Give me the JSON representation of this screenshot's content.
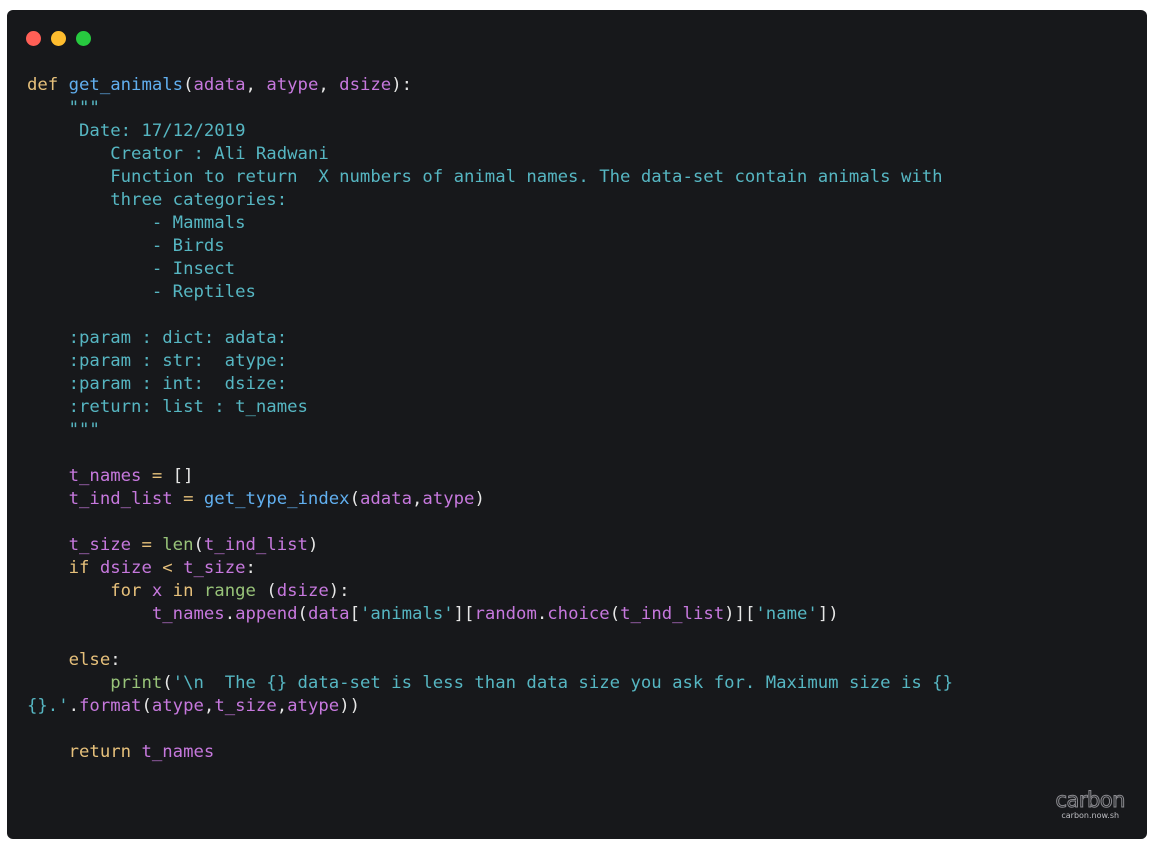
{
  "window": {
    "background": "#17181b",
    "controls": [
      {
        "name": "close",
        "color": "#ff5f56"
      },
      {
        "name": "minimize",
        "color": "#ffbd2e"
      },
      {
        "name": "maximize",
        "color": "#27c93f"
      }
    ]
  },
  "theme": {
    "keyword": "#e6c07b",
    "function": "#61afef",
    "variable": "#c678dd",
    "punct": "#e6e6e6",
    "operator": "#e6c07b",
    "string": "#56b6c2",
    "builtin": "#98c379"
  },
  "code_lines": [
    [
      [
        "kw",
        "def"
      ],
      [
        "p",
        " "
      ],
      [
        "fn",
        "get_animals"
      ],
      [
        "p",
        "("
      ],
      [
        "var",
        "adata"
      ],
      [
        "p",
        ", "
      ],
      [
        "var",
        "atype"
      ],
      [
        "p",
        ", "
      ],
      [
        "var",
        "dsize"
      ],
      [
        "p",
        "):"
      ]
    ],
    [
      [
        "str",
        "    \"\"\""
      ]
    ],
    [
      [
        "str",
        "     Date: 17/12/2019"
      ]
    ],
    [
      [
        "str",
        "        Creator : Ali Radwani"
      ]
    ],
    [
      [
        "str",
        "        Function to return  X numbers of animal names. The data-set contain animals with"
      ]
    ],
    [
      [
        "str",
        "        three categories:"
      ]
    ],
    [
      [
        "str",
        "            - Mammals"
      ]
    ],
    [
      [
        "str",
        "            - Birds"
      ]
    ],
    [
      [
        "str",
        "            - Insect"
      ]
    ],
    [
      [
        "str",
        "            - Reptiles"
      ]
    ],
    [
      [
        "str",
        ""
      ]
    ],
    [
      [
        "str",
        "    :param : dict: adata:"
      ]
    ],
    [
      [
        "str",
        "    :param : str:  atype:"
      ]
    ],
    [
      [
        "str",
        "    :param : int:  dsize:"
      ]
    ],
    [
      [
        "str",
        "    :return: list : t_names"
      ]
    ],
    [
      [
        "str",
        "    \"\"\""
      ]
    ],
    [
      [
        "p",
        ""
      ]
    ],
    [
      [
        "p",
        "    "
      ],
      [
        "var",
        "t_names"
      ],
      [
        "p",
        " "
      ],
      [
        "op",
        "="
      ],
      [
        "p",
        " []"
      ]
    ],
    [
      [
        "p",
        "    "
      ],
      [
        "var",
        "t_ind_list"
      ],
      [
        "p",
        " "
      ],
      [
        "op",
        "="
      ],
      [
        "p",
        " "
      ],
      [
        "fn",
        "get_type_index"
      ],
      [
        "p",
        "("
      ],
      [
        "var",
        "adata"
      ],
      [
        "p",
        ","
      ],
      [
        "var",
        "atype"
      ],
      [
        "p",
        ")"
      ]
    ],
    [
      [
        "p",
        ""
      ]
    ],
    [
      [
        "p",
        "    "
      ],
      [
        "var",
        "t_size"
      ],
      [
        "p",
        " "
      ],
      [
        "op",
        "="
      ],
      [
        "p",
        " "
      ],
      [
        "bi",
        "len"
      ],
      [
        "p",
        "("
      ],
      [
        "var",
        "t_ind_list"
      ],
      [
        "p",
        ")"
      ]
    ],
    [
      [
        "p",
        "    "
      ],
      [
        "kw",
        "if"
      ],
      [
        "p",
        " "
      ],
      [
        "var",
        "dsize"
      ],
      [
        "p",
        " "
      ],
      [
        "op",
        "<"
      ],
      [
        "p",
        " "
      ],
      [
        "var",
        "t_size"
      ],
      [
        "p",
        ":"
      ]
    ],
    [
      [
        "p",
        "        "
      ],
      [
        "kw",
        "for"
      ],
      [
        "p",
        " "
      ],
      [
        "var",
        "x"
      ],
      [
        "p",
        " "
      ],
      [
        "kw",
        "in"
      ],
      [
        "p",
        " "
      ],
      [
        "bi",
        "range"
      ],
      [
        "p",
        " ("
      ],
      [
        "var",
        "dsize"
      ],
      [
        "p",
        "):"
      ]
    ],
    [
      [
        "p",
        "            "
      ],
      [
        "var",
        "t_names"
      ],
      [
        "p",
        "."
      ],
      [
        "var",
        "append"
      ],
      [
        "p",
        "("
      ],
      [
        "var",
        "data"
      ],
      [
        "p",
        "["
      ],
      [
        "str",
        "'animals'"
      ],
      [
        "p",
        "]["
      ],
      [
        "var",
        "random"
      ],
      [
        "p",
        "."
      ],
      [
        "var",
        "choice"
      ],
      [
        "p",
        "("
      ],
      [
        "var",
        "t_ind_list"
      ],
      [
        "p",
        ")]["
      ],
      [
        "str",
        "'name'"
      ],
      [
        "p",
        "])"
      ]
    ],
    [
      [
        "p",
        ""
      ]
    ],
    [
      [
        "p",
        "    "
      ],
      [
        "kw",
        "else"
      ],
      [
        "p",
        ":"
      ]
    ],
    [
      [
        "p",
        "        "
      ],
      [
        "bi",
        "print"
      ],
      [
        "p",
        "("
      ],
      [
        "str",
        "'\\n  The {} data-set is less than data size you ask for. Maximum size is {}"
      ]
    ],
    [
      [
        "str",
        "{}.'"
      ],
      [
        "p",
        "."
      ],
      [
        "var",
        "format"
      ],
      [
        "p",
        "("
      ],
      [
        "var",
        "atype"
      ],
      [
        "p",
        ","
      ],
      [
        "var",
        "t_size"
      ],
      [
        "p",
        ","
      ],
      [
        "var",
        "atype"
      ],
      [
        "p",
        "))"
      ]
    ],
    [
      [
        "p",
        ""
      ]
    ],
    [
      [
        "p",
        "    "
      ],
      [
        "kw",
        "return"
      ],
      [
        "p",
        " "
      ],
      [
        "var",
        "t_names"
      ]
    ]
  ],
  "watermark": {
    "logo": "carbon",
    "url": "carbon.now.sh"
  }
}
